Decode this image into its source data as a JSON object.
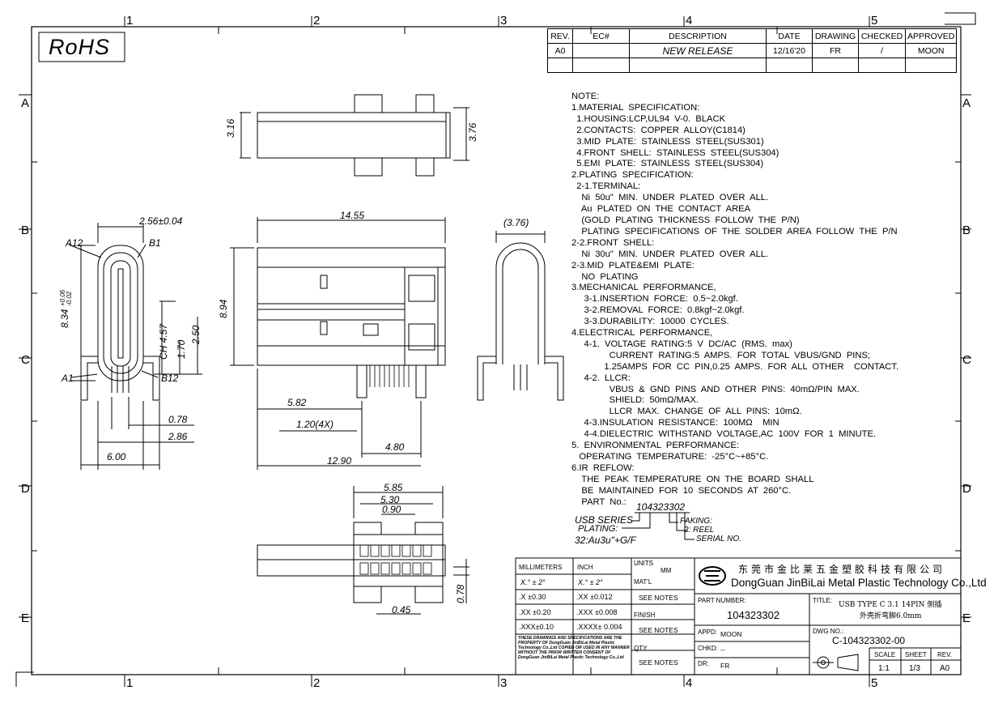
{
  "frame": {
    "rohs": "RoHS",
    "zones_top": [
      "1",
      "2",
      "3",
      "4",
      "5"
    ],
    "zones_side": [
      "A",
      "B",
      "C",
      "D",
      "E"
    ]
  },
  "revision": {
    "headers": [
      "REV.",
      "EC#",
      "DESCRIPTION",
      "DATE",
      "DRAWING",
      "CHECKED",
      "APPROVED"
    ],
    "row": [
      "A0",
      "",
      "NEW RELEASE",
      "12/16'20",
      "FR",
      "/",
      "MOON"
    ]
  },
  "dimensions": {
    "top_view": [
      "3.16",
      "3.76"
    ],
    "side_left": [
      "2.56±0.04",
      "A12",
      "B1",
      "8.34",
      "+0.06",
      "-0.02",
      "CH 4.57",
      "1.70",
      "2.50",
      "A1",
      "B12",
      "0.78",
      "2.86",
      "6.00"
    ],
    "side_main": [
      "14.55",
      "8.94",
      "5.82",
      "1.20(4X)",
      "4.80",
      "12.90"
    ],
    "end_view": [
      "(3.76)"
    ],
    "bottom_view": [
      "5.85",
      "5.30",
      "0.90",
      "0.45",
      "0.78"
    ]
  },
  "notes": [
    "NOTE:",
    "1.MATERIAL  SPECIFICATION:",
    "  1.HOUSING:LCP,UL94  V-0.  BLACK",
    "  2.CONTACTS:  COPPER  ALLOY(C1814)",
    "  3.MID  PLATE:  STAINLESS  STEEL(SUS301)",
    "  4.FRONT  SHELL:  STAINLESS  STEEL(SUS304)",
    "  5.EMI  PLATE:  STAINLESS  STEEL(SUS304)",
    "2.PLATING  SPECIFICATION:",
    "  2-1.TERMINAL:",
    "    Ni  50u\"  MIN.  UNDER  PLATED  OVER  ALL.",
    "    Au  PLATED  ON  THE  CONTACT  AREA",
    "    (GOLD  PLATING  THICKNESS  FOLLOW  THE  P/N)",
    "    PLATING  SPECIFICATIONS  OF  THE  SOLDER  AREA  FOLLOW  THE  P/N",
    "2-2.FRONT  SHELL:",
    "    Ni  30u\"  MIN.  UNDER  PLATED  OVER  ALL.",
    "2-3.MID  PLATE&EMI  PLATE:",
    "    NO  PLATING",
    "3.MECHANICAL  PERFORMANCE,",
    "     3-1.INSERTION  FORCE:  0.5~2.0kgf.",
    "     3-2.REMOVAL  FORCE:  0.8kgf~2.0kgf.",
    "     3-3.DURABILITY:  10000  CYCLES.",
    "4.ELECTRICAL  PERFORMANCE,",
    "     4-1.  VOLTAGE  RATING:5  V  DC/AC  (RMS.  max)",
    "               CURRENT  RATING:5  AMPS.  FOR  TOTAL  VBUS/GND  PINS;",
    "             1.25AMPS  FOR  CC  PIN,0.25  AMPS.  FOR  ALL  OTHER    CONTACT.",
    "     4-2.  LLCR:",
    "               VBUS  &  GND  PINS  AND  OTHER  PINS:  40mΩ/PIN  MAX.",
    "               SHIELD:  50mΩ/MAX.",
    "               LLCR  MAX.  CHANGE  OF  ALL  PINS:  10mΩ.",
    "     4-3.INSULATION  RESISTANCE:  100MΩ    MIN",
    "     4-4.DIELECTRIC  WITHSTAND  VOLTAGE,AC  100V  FOR  1  MINUTE.",
    "5.  ENVIRONMENTAL  PERFORMANCE:",
    "   OPERATING  TEMPERATURE:  -25°C~+85°C.",
    "6.IR  REFLOW:",
    "    THE  PEAK  TEMPERATURE  ON  THE  BOARD  SHALL",
    "    BE  MAINTAINED  FOR  10  SECONDS  AT  260°C.",
    "",
    "    PART  No.:"
  ],
  "part_callout": {
    "number": "104323302",
    "usb_series": "USB SERIES",
    "plating": "PLATING:",
    "plating_val": "32:Au3u\"+G/F",
    "paking": "PAKING:",
    "reel": "2: REEL",
    "serial": "SERIAL NO."
  },
  "title_block": {
    "tol_head": [
      "MILLIMETERS",
      "INCH",
      "UNITS",
      "MM"
    ],
    "tol_rows": [
      [
        "X.° ± 2°",
        "X.° ± 2°"
      ],
      [
        ".X   ±0.30",
        ".XX  ±0.012"
      ],
      [
        ".XX ±0.20",
        ".XXX ±0.008"
      ],
      [
        ".XXX±0.10",
        ".XXXX± 0.004"
      ]
    ],
    "matl": "MAT'L",
    "see_notes": "SEE NOTES",
    "finish": "FINISH",
    "qty": "QTY",
    "legal": "THESE DRAWINGS AND SPECIFICATIONS ARE THE PROPERTY OF DongGuan JinBiLai Metal Plastic Technology Co.,Ltd COPIED OR USED IN ANY MANNER WITHOUT THE PRIOR WRITTEN CONSENT OF DongGuan JinBiLai Metal Plastic Technology Co.,Ltd",
    "company_cn": "东莞市金比莱五金塑胶科技有限公司",
    "company_en": "DongGuan JinBiLai Metal Plastic Technology Co.,Ltd",
    "part_number_label": "PART NUMBER:",
    "part_number": "104323302",
    "title_label": "TITLE:",
    "title_1": "USB TYPE C 3.1 14PIN 侧插",
    "title_2": "外壳折弯脚6.0mm",
    "appd": "APPD:",
    "appd_val": "MOON",
    "chkd": "CHKD:",
    "chkd_val": "--",
    "dr": "DR:",
    "dr_val": "FR",
    "dwg_label": "DWG NO.:",
    "dwg_no": "C-104323302-00",
    "scale_label": "SCALE",
    "scale": "1:1",
    "sheet_label": "SHEET",
    "sheet": "1/3",
    "rev_label": "REV.",
    "rev": "A0"
  }
}
